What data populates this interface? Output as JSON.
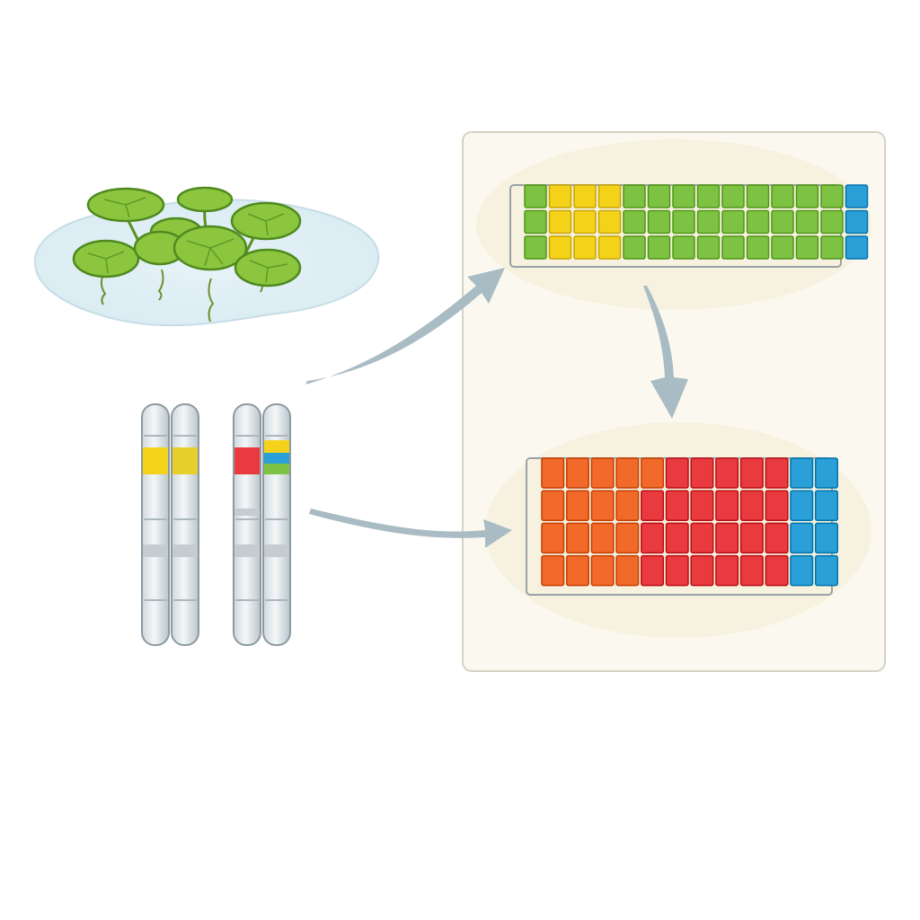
{
  "colors": {
    "background": "#ffffff",
    "panel_fill": "#fbf9ef",
    "panel_border": "#d6d2c3",
    "arrow": "#a9bcc4",
    "leaf": "#8cc63f",
    "leaf_dark": "#4f8a1f",
    "water": "#d9ecf3",
    "green": "#7dc242",
    "yellow": "#f5d21a",
    "red": "#e83a3f",
    "orange": "#f26a2a",
    "blue": "#2a9fd8",
    "chromosome": "#e4ebef"
  },
  "icons": {
    "plant": "floating-aquatic-plant-icon",
    "chromosomes": "chromosome-pair-icon",
    "arrow": "curved-arrow-icon"
  },
  "top_grid": {
    "rows": [
      [
        "green",
        "yellow",
        "yellow",
        "yellow",
        "green",
        "green",
        "green",
        "green",
        "green",
        "green",
        "green",
        "green",
        "green",
        "blue"
      ],
      [
        "green",
        "yellow",
        "yellow",
        "yellow",
        "green",
        "green",
        "green",
        "green",
        "green",
        "green",
        "green",
        "green",
        "green",
        "blue"
      ],
      [
        "green",
        "yellow",
        "yellow",
        "yellow",
        "green",
        "green",
        "green",
        "green",
        "green",
        "green",
        "green",
        "green",
        "green",
        "blue"
      ]
    ]
  },
  "bottom_grid": {
    "rows": [
      [
        "orange",
        "orange",
        "orange",
        "orange",
        "orange",
        "red",
        "red",
        "red",
        "red",
        "red",
        "blue",
        "blue"
      ],
      [
        "orange",
        "orange",
        "orange",
        "orange",
        "red",
        "red",
        "red",
        "red",
        "red",
        "red",
        "blue",
        "blue"
      ],
      [
        "orange",
        "orange",
        "orange",
        "orange",
        "red",
        "red",
        "red",
        "red",
        "red",
        "red",
        "blue",
        "blue"
      ],
      [
        "orange",
        "orange",
        "orange",
        "orange",
        "red",
        "red",
        "red",
        "red",
        "red",
        "red",
        "blue",
        "blue"
      ]
    ]
  }
}
